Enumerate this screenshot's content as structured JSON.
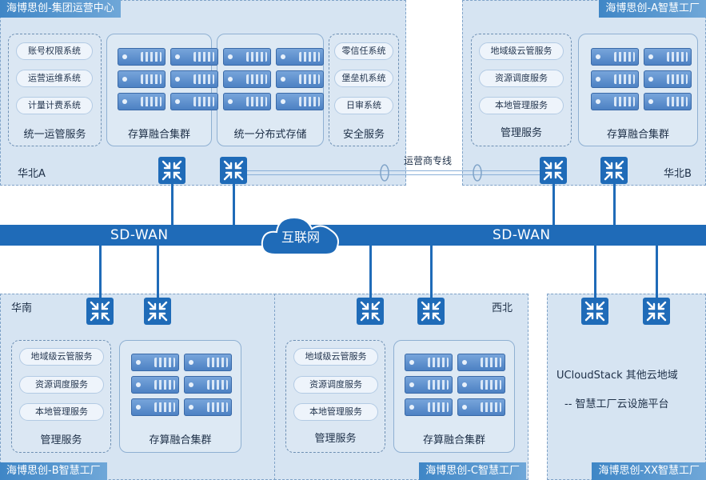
{
  "colors": {
    "band": "#1f6bb8",
    "zone": "#d6e4f2",
    "title": "#3f86c6"
  },
  "hq": {
    "title": "海博思创-集团运营中心",
    "region": "华北A",
    "ops": {
      "items": [
        "账号权限系统",
        "运营运维系统",
        "计量计费系统"
      ],
      "label": "统一运管服务"
    },
    "cluster": "存算融合集群",
    "storage": "统一分布式存储",
    "security": {
      "items": [
        "零信任系统",
        "堡垒机系统",
        "日审系统"
      ],
      "label": "安全服务"
    }
  },
  "factoryA": {
    "title": "海博思创-A智慧工厂",
    "region": "华北B",
    "mgmt": {
      "items": [
        "地域级云管服务",
        "资源调度服务",
        "本地管理服务"
      ],
      "label": "管理服务"
    },
    "cluster": "存算融合集群"
  },
  "factoryB": {
    "title": "海博思创-B智慧工厂",
    "region": "华南",
    "mgmt": {
      "items": [
        "地域级云管服务",
        "资源调度服务",
        "本地管理服务"
      ],
      "label": "管理服务"
    },
    "cluster": "存算融合集群"
  },
  "factoryC": {
    "title": "海博思创-C智慧工厂",
    "region": "西北",
    "mgmt": {
      "items": [
        "地域级云管服务",
        "资源调度服务",
        "本地管理服务"
      ],
      "label": "管理服务"
    },
    "cluster": "存算融合集群"
  },
  "factoryXX": {
    "title": "海博思创-XX智慧工厂",
    "line1": "UCloudStack 其他云地域",
    "line2": "-- 智慧工厂云设施平台"
  },
  "network": {
    "sdwan_left": "SD-WAN",
    "sdwan_right": "SD-WAN",
    "internet": "互联网",
    "dedicated": "运营商专线"
  },
  "icons": {
    "switch": "switch-icon",
    "server": "server-icon",
    "cloud": "cloud-icon"
  }
}
